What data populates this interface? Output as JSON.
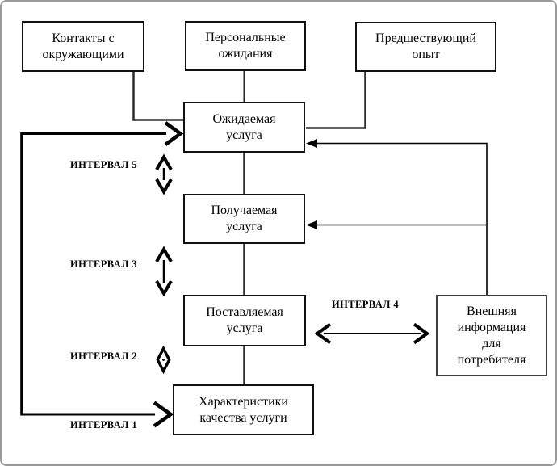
{
  "diagram": {
    "description": "Схема модели качества услуги с интервалами (разрывами)",
    "nodes": {
      "contacts": "Контакты с\nокружающими",
      "personal": "Персональные\nожидания",
      "prior": "Предшествующий\nопыт",
      "expected": "Ожидаемая\nуслуга",
      "received": "Получаемая\nуслуга",
      "delivered": "Поставляемая\nуслуга",
      "characteristics": "Характеристики\nкачества услуги",
      "external": "Внешняя\nинформация\nдля\nпотребителя"
    },
    "gaps": {
      "gap5": "ИНТЕРВАЛ 5",
      "gap3": "ИНТЕРВАЛ 3",
      "gap2": "ИНТЕРВАЛ 2",
      "gap1": "ИНТЕРВАЛ 1",
      "gap4": "ИНТЕРВАЛ 4"
    },
    "colors": {
      "line": "#000000",
      "box_border": "#111111",
      "outer_border": "#9a9a9a",
      "background": "#ffffff",
      "text": "#000000"
    }
  }
}
